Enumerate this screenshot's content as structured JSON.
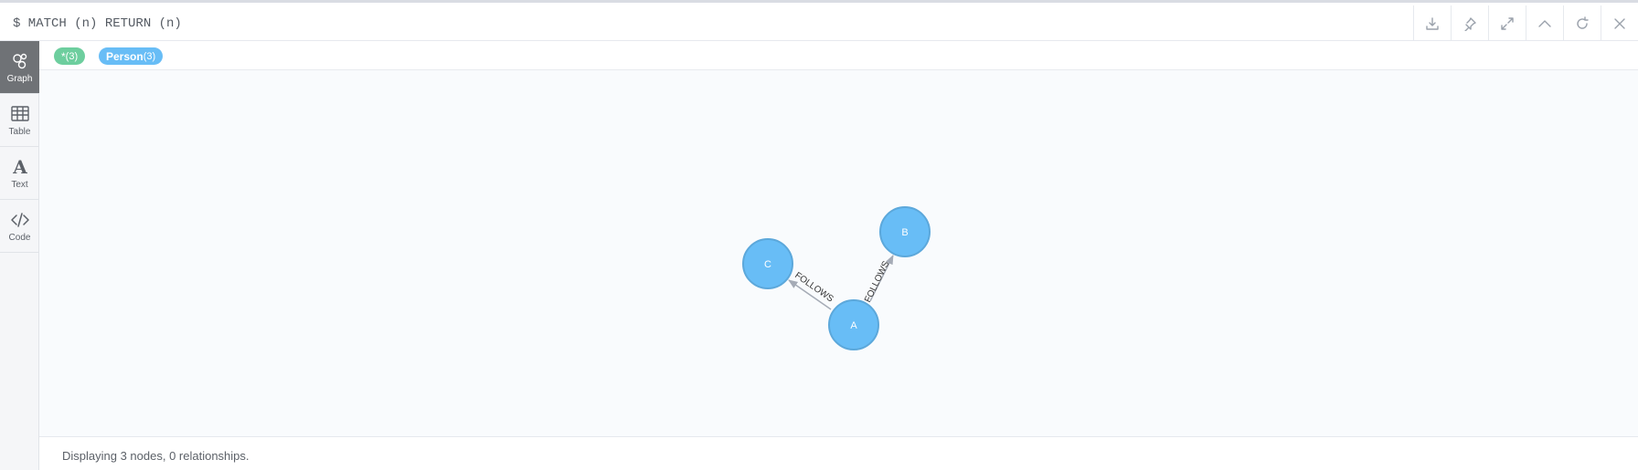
{
  "header": {
    "query": "$ MATCH (n) RETURN (n)",
    "toolbar": [
      "download-icon",
      "pin-icon",
      "expand-icon",
      "collapse-icon",
      "rerun-icon",
      "close-icon"
    ]
  },
  "rail": {
    "items": [
      {
        "label": "Graph",
        "icon": "graph-icon",
        "active": true
      },
      {
        "label": "Table",
        "icon": "table-icon",
        "active": false
      },
      {
        "label": "Text",
        "icon": "text-icon",
        "active": false
      },
      {
        "label": "Code",
        "icon": "code-icon",
        "active": false
      }
    ]
  },
  "labels": {
    "all": {
      "name": "*",
      "count": "(3)"
    },
    "person": {
      "name": "Person",
      "count": "(3)"
    }
  },
  "graph": {
    "node_color": "#68bdf6",
    "node_stroke": "#5ca8db",
    "nodes": [
      {
        "id": "A",
        "label": "A"
      },
      {
        "id": "B",
        "label": "B"
      },
      {
        "id": "C",
        "label": "C"
      }
    ],
    "relationships": [
      {
        "from": "A",
        "to": "B",
        "type": "FOLLOWS"
      },
      {
        "from": "A",
        "to": "C",
        "type": "FOLLOWS"
      }
    ]
  },
  "status": {
    "text": "Displaying 3 nodes, 0 relationships."
  }
}
